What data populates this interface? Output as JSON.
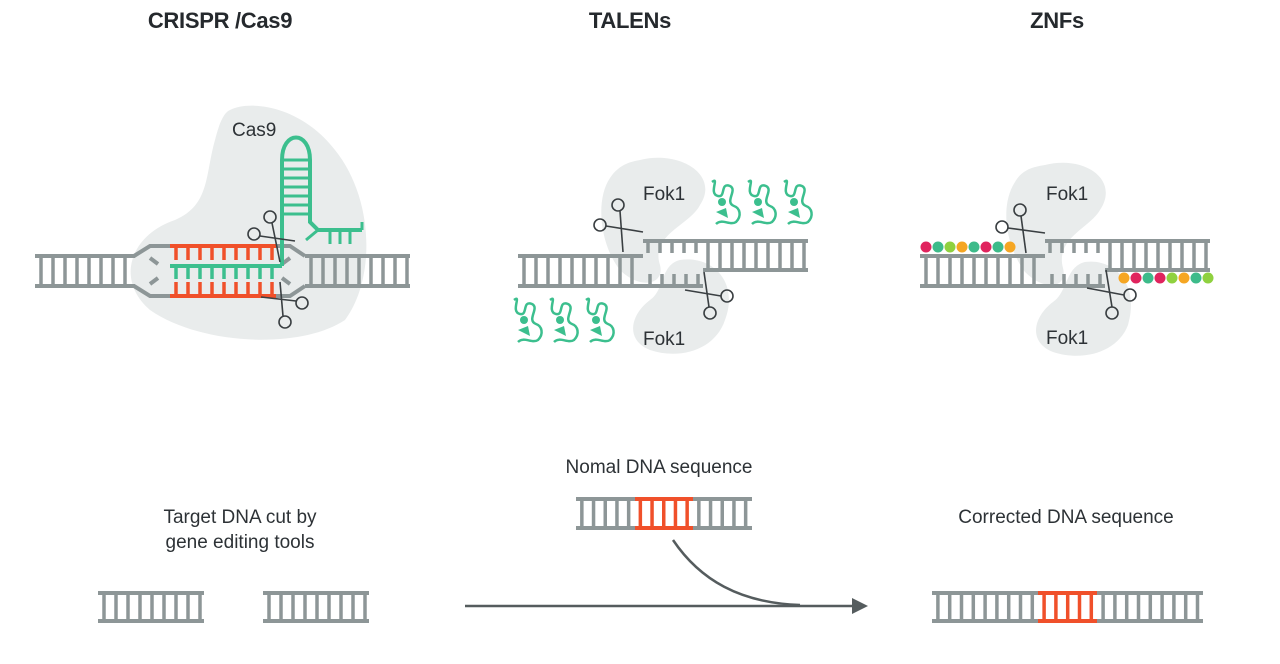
{
  "titles": {
    "crispr": "CRISPR /Cas9",
    "talens": "TALENs",
    "znfs": "ZNFs"
  },
  "labels": {
    "cas9": "Cas9",
    "fok1_top_talen": "Fok1",
    "fok1_bottom_talen": "Fok1",
    "fok1_top_znf": "Fok1",
    "fok1_bottom_znf": "Fok1",
    "target_cut_line1": "Target DNA cut by",
    "target_cut_line2": "gene editing tools",
    "normal_dna": "Nomal DNA sequence",
    "corrected_dna": "Corrected DNA sequence"
  },
  "colors": {
    "dna": "#8d9697",
    "target": "#f0502a",
    "guide_rna": "#3cbf8e",
    "protein_blob": "#e9ecec",
    "scissors": "#3a3f42",
    "arrow": "#555c5e"
  },
  "zinc_fingers": {
    "left": [
      "#e0245e",
      "#3dbb8a",
      "#8fd13f",
      "#f5a623",
      "#3dbb8a",
      "#e0245e",
      "#3dbb8a",
      "#f5a623"
    ],
    "right": [
      "#f5a623",
      "#e0245e",
      "#3dbb8a",
      "#e0245e",
      "#8fd13f",
      "#f5a623",
      "#3dbb8a",
      "#8fd13f"
    ]
  }
}
